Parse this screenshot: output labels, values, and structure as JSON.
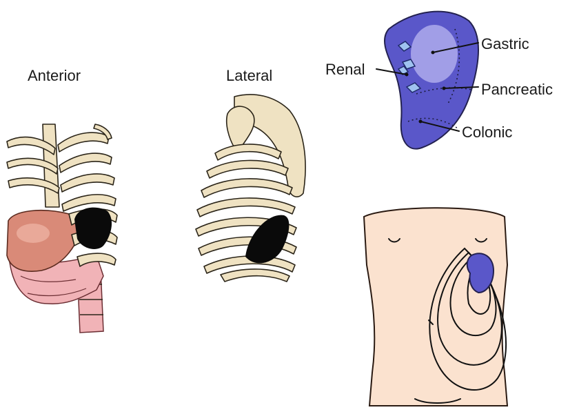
{
  "views": {
    "anterior": "Anterior",
    "lateral": "Lateral"
  },
  "spleen_labels": {
    "gastric": "Gastric",
    "renal": "Renal",
    "pancreatic": "Pancreatic",
    "colonic": "Colonic"
  },
  "colors": {
    "spleen": "#5a57c9",
    "spleen_highlight": "#b9b6f0",
    "liver": "#d98a78",
    "intestine": "#f1b3b7",
    "bone": "#efe2c2",
    "skin": "#fbe2cf",
    "ink": "#111111"
  }
}
